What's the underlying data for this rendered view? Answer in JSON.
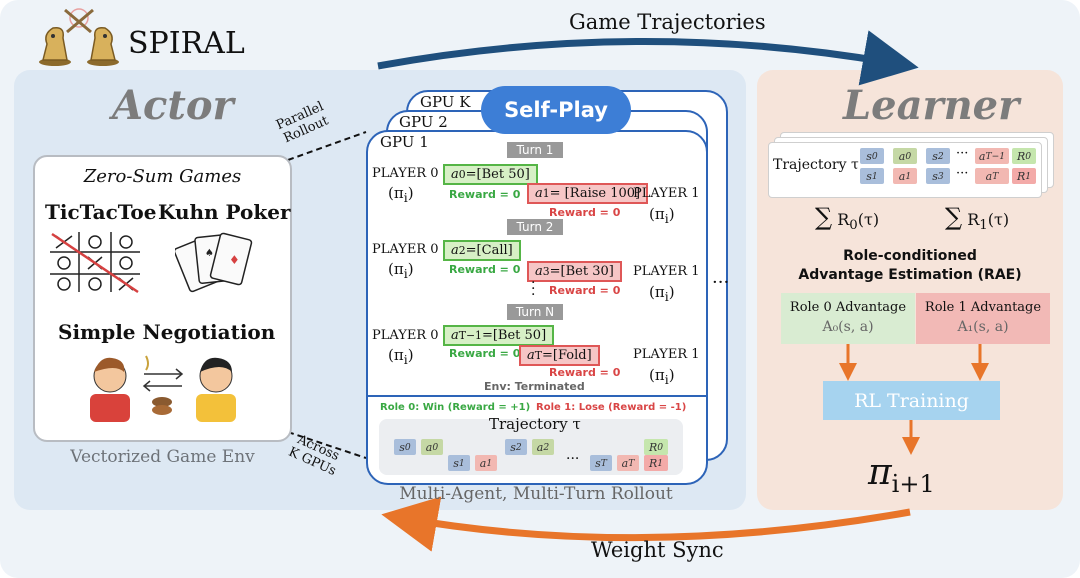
{
  "logo": {
    "text": "SPIRAL",
    "icon": "knights-chess-logo-icon"
  },
  "flows": {
    "top": "Game Trajectories",
    "bottom": "Weight Sync"
  },
  "actor": {
    "title": "Actor",
    "rollout_top": [
      "Parallel",
      "Rollout"
    ],
    "rollout_bottom": [
      "Across",
      "K GPUs"
    ],
    "env": {
      "heading": "Zero-Sum Games",
      "games": [
        "TicTacToe",
        "Kuhn Poker",
        "Simple Negotiation"
      ],
      "footer": "Vectorized Game Env"
    },
    "gpus": [
      "GPU K",
      "GPU 2",
      "GPU 1"
    ],
    "self_play": "Self-Play",
    "turns": [
      "Turn 1",
      "Turn 2",
      "Turn N"
    ],
    "player0": "PLAYER 0",
    "player1": "PLAYER 1",
    "policy": "(π",
    "policy_sub": "i",
    "actions": [
      {
        "sym": "a",
        "sub": "0",
        "text": "=[Bet 50]"
      },
      {
        "sym": "a",
        "sub": "1",
        "text": "= [Raise 100]"
      },
      {
        "sym": "a",
        "sub": "2",
        "text": "=[Call]"
      },
      {
        "sym": "a",
        "sub": "3",
        "text": "=[Bet 30]"
      },
      {
        "sym": "a",
        "sub": "T−1",
        "text": "=[Bet 50]"
      },
      {
        "sym": "a",
        "sub": "T",
        "text": "=[Fold]"
      }
    ],
    "reward": "Reward = 0",
    "env_terminated": "Env: Terminated",
    "outcome_role0": "Role 0: Win (Reward = +1)",
    "outcome_role1": "Role 1: Lose (Reward = -1)",
    "trajectory_label": "Trajectory τ",
    "traj_tokens": {
      "top": [
        {
          "t": "s",
          "s": "0"
        },
        {
          "t": "a",
          "s": "0"
        },
        {
          "t": "s",
          "s": "2"
        },
        {
          "t": "a",
          "s": "2"
        },
        {
          "t": "R",
          "s": "0"
        }
      ],
      "bottom": [
        {
          "t": "s",
          "s": "1"
        },
        {
          "t": "a",
          "s": "1"
        },
        {
          "t": "s",
          "s": "T"
        },
        {
          "t": "a",
          "s": "T"
        },
        {
          "t": "R",
          "s": "1"
        }
      ]
    },
    "ellipsis": "···",
    "footer": "Multi-Agent, Multi-Turn Rollout"
  },
  "learner": {
    "title": "Learner",
    "trajectory_label": "Trajectory τ",
    "sum0": "R",
    "sum0_sub": "0",
    "sum1": "R",
    "sum1_sub": "1",
    "sum_arg": "(τ)",
    "rae_line1": "Role-conditioned",
    "rae_line2": "Advantage Estimation (RAE)",
    "adv0_title": "Role 0 Advantage",
    "adv0_value": "A₀(s, a)",
    "adv1_title": "Role 1 Advantage",
    "adv1_value": "A₁(s, a)",
    "rl_training": "RL Training",
    "output_pi": "π",
    "output_sub": "i+1"
  },
  "colors": {
    "accent_blue": "#3d7ed6",
    "arrow_navy": "#1f4f7d",
    "arrow_orange": "#e8752a",
    "green": "#55b546",
    "red": "#df5757"
  }
}
